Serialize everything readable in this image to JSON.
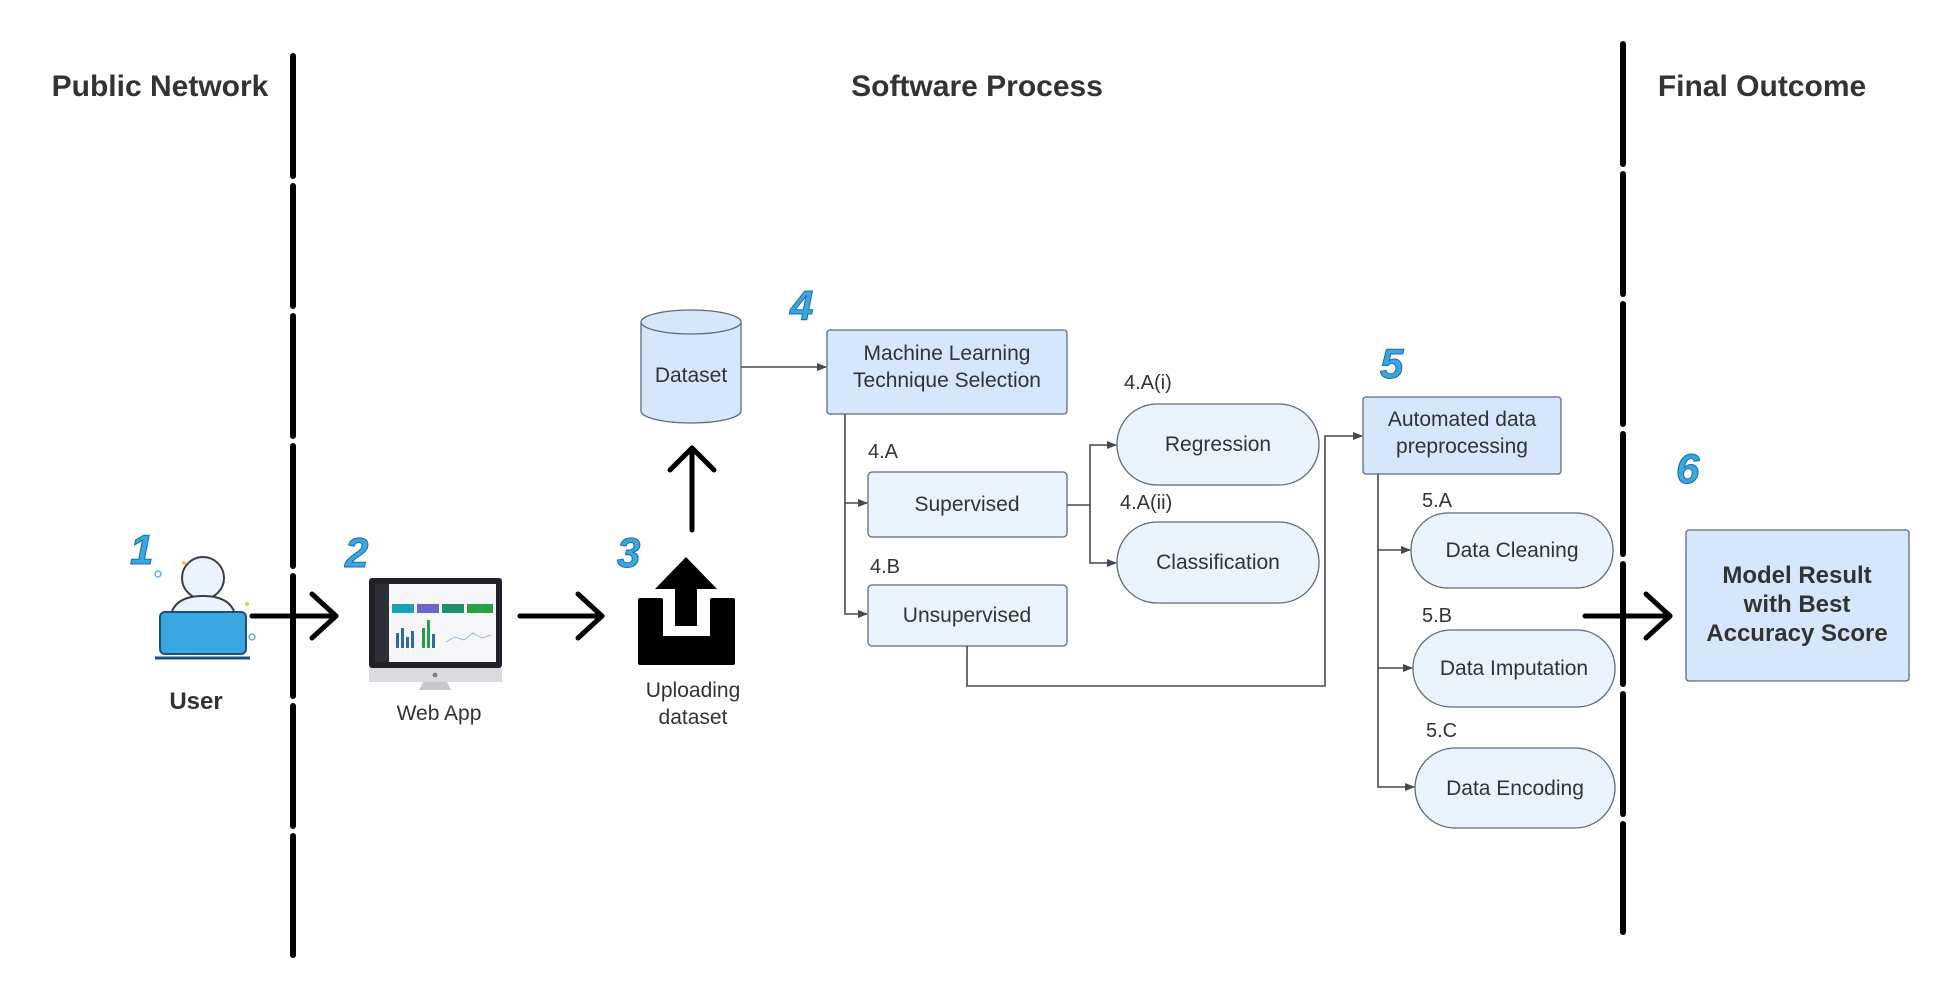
{
  "headings": {
    "public_network": "Public Network",
    "software_process": "Software Process",
    "final_outcome": "Final Outcome"
  },
  "steps": [
    "1",
    "2",
    "3",
    "4",
    "5",
    "6"
  ],
  "labels": {
    "user": "User",
    "web_app": "Web App",
    "uploading_line1": "Uploading",
    "uploading_line2": "dataset",
    "dataset": "Dataset",
    "ml_selection_line1": "Machine Learning",
    "ml_selection_line2": "Technique Selection",
    "supervised": "Supervised",
    "unsupervised": "Unsupervised",
    "regression": "Regression",
    "classification": "Classification",
    "auto_prep_line1": "Automated data",
    "auto_prep_line2": "preprocessing",
    "data_cleaning": "Data Cleaning",
    "data_imputation": "Data Imputation",
    "data_encoding": "Data Encoding",
    "result_line1": "Model Result",
    "result_line2": "with Best",
    "result_line3": "Accuracy Score"
  },
  "tags": {
    "t4a": "4.A",
    "t4b": "4.B",
    "t4ai": "4.A(i)",
    "t4aii": "4.A(ii)",
    "t5a": "5.A",
    "t5b": "5.B",
    "t5c": "5.C"
  },
  "icons": {
    "user": "user-laptop-icon",
    "web_app": "desktop-monitor-icon",
    "upload": "upload-tray-icon",
    "dataset": "database-cylinder-icon"
  },
  "colors": {
    "node_fill": "#d6e6fb",
    "node_fill_light": "#eaf3fe",
    "step_number": "#3aa7e0",
    "laptop": "#3aa7e0"
  }
}
